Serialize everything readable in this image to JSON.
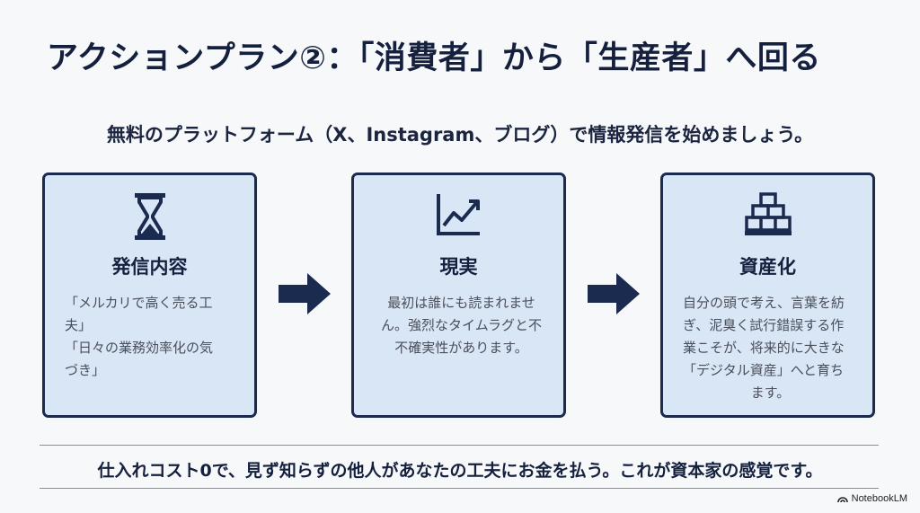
{
  "title": "アクションプラン②：「消費者」から「生産者」へ回る",
  "subtitle": "無料のプラットフォーム（X、Instagram、ブログ）で情報発信を始めましょう。",
  "cards": [
    {
      "icon": "hourglass-icon",
      "title": "発信内容",
      "lines": [
        "「メルカリで高く売る工",
        "夫」",
        "「日々の業務効率化の気",
        "づき」"
      ]
    },
    {
      "icon": "trend-chart-icon",
      "title": "現実",
      "lines": [
        "最初は誰にも読まれませ",
        "ん。強烈なタイムラグと不",
        "不確実性があります。"
      ]
    },
    {
      "icon": "stacked-blocks-icon",
      "title": "資産化",
      "lines": [
        "自分の頭で考え、言葉を紡",
        "ぎ、泥臭く試行錯誤する作",
        "業こそが、将来的に大きな",
        "「デジタル資産」へと育ち",
        "ます。"
      ]
    }
  ],
  "bottom_text": "仕入れコスト0で、見ず知らずの他人があなたの工夫にお金を払う。これが資本家の感覚です。",
  "brand": "NotebookLM",
  "colors": {
    "navy": "#1b2a4f",
    "card_bg": "#d9e6f6"
  }
}
